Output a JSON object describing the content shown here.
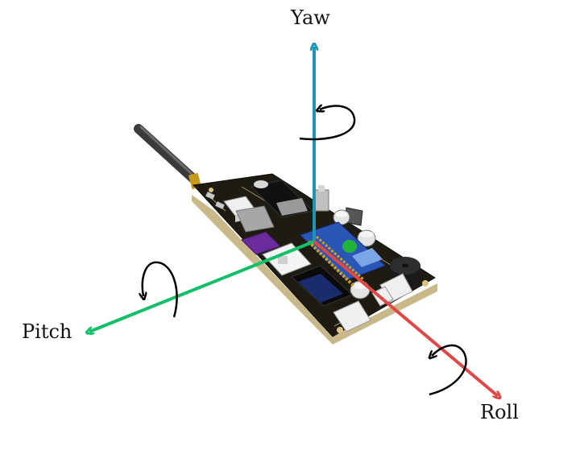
{
  "axes": {
    "yaw": {
      "label": "Yaw",
      "color": "#1a97b5"
    },
    "pitch": {
      "label": "Pitch",
      "color": "#14bf6a"
    },
    "roll": {
      "label": "Roll",
      "color": "#e04747"
    }
  },
  "rotation_arrow_color": "#000000",
  "board": {
    "pcb_color": "#1e1c12",
    "silkscreen_color": "#d9c48a"
  }
}
